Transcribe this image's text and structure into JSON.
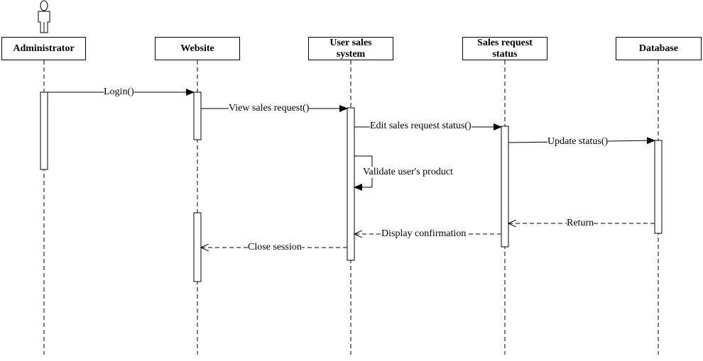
{
  "diagram": {
    "type": "sequence",
    "lifelines": [
      {
        "id": "administrator",
        "label": "Administrator",
        "actor": true
      },
      {
        "id": "website",
        "label": "Website",
        "actor": false
      },
      {
        "id": "user_sales_system",
        "label": "User sales system",
        "actor": false
      },
      {
        "id": "sales_request_status",
        "label": "Sales request status",
        "actor": false
      },
      {
        "id": "database",
        "label": "Database",
        "actor": false
      }
    ],
    "messages": [
      {
        "label": "Login()",
        "from": "administrator",
        "to": "website",
        "kind": "sync"
      },
      {
        "label": "View sales request()",
        "from": "website",
        "to": "user_sales_system",
        "kind": "sync"
      },
      {
        "label": "Edit sales request status()",
        "from": "user_sales_system",
        "to": "sales_request_status",
        "kind": "sync"
      },
      {
        "label": "Update status()",
        "from": "sales_request_status",
        "to": "database",
        "kind": "sync"
      },
      {
        "label": "Validate user's product",
        "from": "user_sales_system",
        "to": "user_sales_system",
        "kind": "self"
      },
      {
        "label": "Return",
        "from": "database",
        "to": "sales_request_status",
        "kind": "return"
      },
      {
        "label": "Display confirmation",
        "from": "sales_request_status",
        "to": "user_sales_system",
        "kind": "return"
      },
      {
        "label": "Close session",
        "from": "user_sales_system",
        "to": "website",
        "kind": "return"
      }
    ],
    "colors": {
      "line": "#000000",
      "background": "#ffffff"
    }
  }
}
